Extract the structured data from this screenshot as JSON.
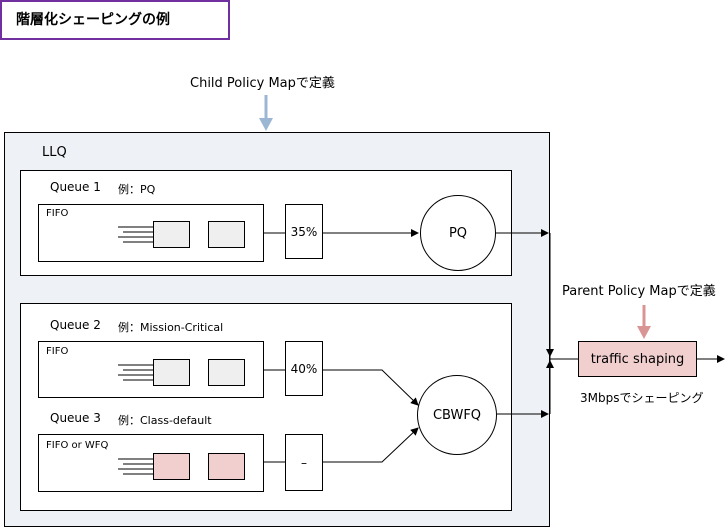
{
  "title": "階層化シェーピングの例",
  "child_map_label": "Child Policy Mapで定義",
  "parent_map_label": "Parent Policy Mapで定義",
  "llq_label": "LLQ",
  "queue1": {
    "name": "Queue 1",
    "example": "例：PQ",
    "fifo": "FIFO",
    "percent": "35%",
    "scheduler": "PQ"
  },
  "queue2": {
    "name": "Queue 2",
    "example": "例：Mission-Critical",
    "fifo": "FIFO",
    "percent": "40%"
  },
  "queue3": {
    "name": "Queue 3",
    "example": "例：Class-default",
    "fifo": "FIFO or WFQ",
    "percent": "–"
  },
  "cbwfq": "CBWFQ",
  "shaping": {
    "label": "traffic shaping",
    "note": "3Mbpsでシェーピング"
  },
  "colors": {
    "title_border": "#7030a0",
    "panel_bg": "#eef1f5",
    "arrow_blue": "#9bb7d4",
    "arrow_pink": "#d99594",
    "shaping_fill": "#f2cfcf"
  }
}
